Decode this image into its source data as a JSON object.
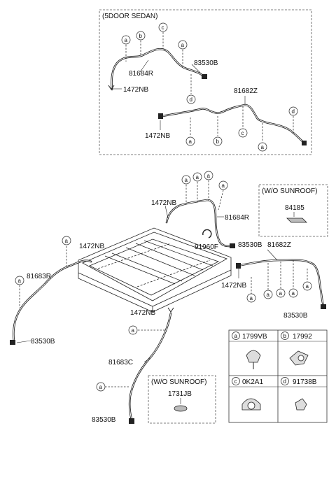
{
  "top_box": {
    "title": "(5DOOR SEDAN)"
  },
  "sunroof_box_right": {
    "title": "(W/O SUNROOF)",
    "part": "84185"
  },
  "sunroof_box_bottom": {
    "title": "(W/O SUNROOF)",
    "part": "1731JB"
  },
  "parts": {
    "p81684R_top": "81684R",
    "p83530B_top": "83530B",
    "p1472NB_top1": "1472NB",
    "p81682Z_top": "81682Z",
    "p1472NB_top2": "1472NB",
    "p1472NB_mid1": "1472NB",
    "p81684R_mid": "81684R",
    "p91960F": "91960F",
    "p83530B_mid": "83530B",
    "p1472NB_left": "1472NB",
    "p81683R": "81683R",
    "p83530B_left": "83530B",
    "p81682Z_mid": "81682Z",
    "p1472NB_right": "1472NB",
    "p83530B_right": "83530B",
    "p1472NB_bottom": "1472NB",
    "p81683C": "81683C",
    "p83530B_bottom": "83530B"
  },
  "callouts": {
    "a": "a",
    "b": "b",
    "c": "c",
    "d": "d"
  },
  "legend": {
    "a_code": "1799VB",
    "b_code": "17992",
    "c_code": "0K2A1",
    "d_code": "91738B"
  }
}
